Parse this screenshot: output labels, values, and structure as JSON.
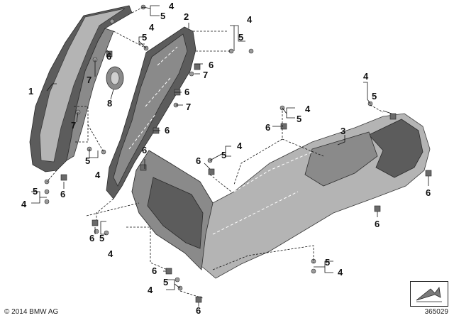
{
  "callouts": {
    "c1": "1",
    "c2": "2",
    "c3": "3",
    "c4": "4",
    "c5": "5",
    "c6": "6",
    "c7": "7",
    "c8": "8"
  },
  "footer": {
    "copyright": "© 2014 BMW AG",
    "diagram_number": "365029"
  },
  "icon": "view-direction-arrow-icon"
}
